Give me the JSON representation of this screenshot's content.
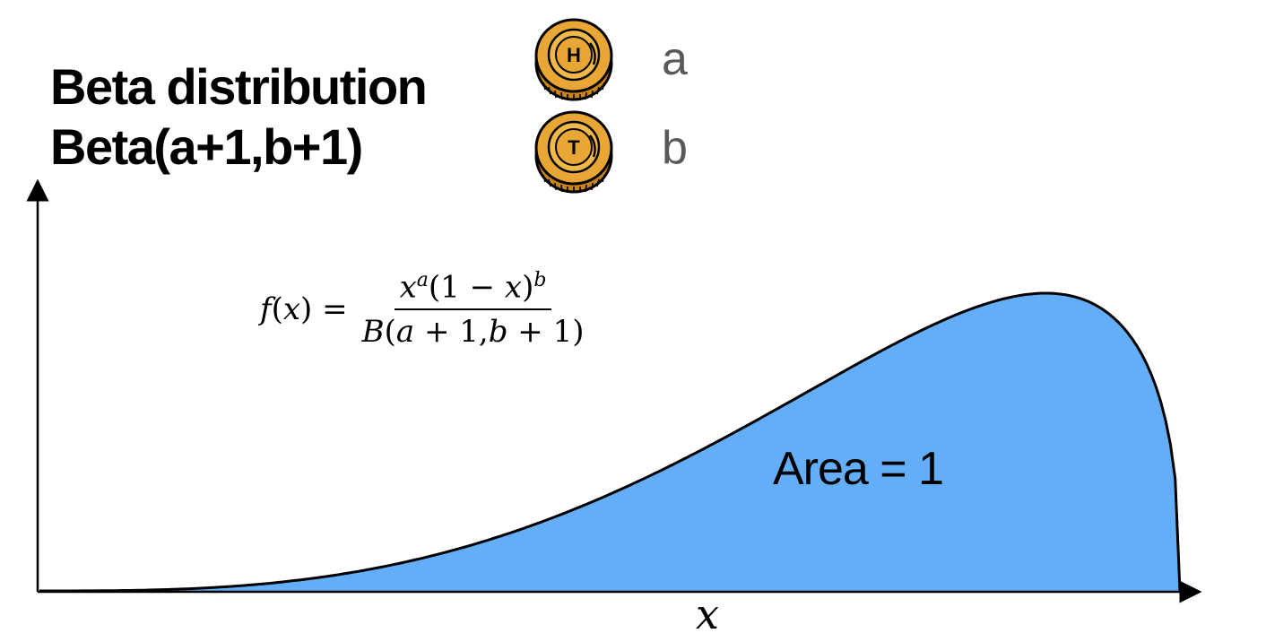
{
  "title": {
    "line1": "Beta distribution",
    "line2": "Beta(a+1,b+1)"
  },
  "coins": [
    {
      "icon": "heads-coin-icon",
      "letter": "H",
      "label": "a"
    },
    {
      "icon": "tails-coin-icon",
      "letter": "T",
      "label": "b"
    }
  ],
  "formula": {
    "lhs": "f(x) =",
    "numerator": "x^a(1 − x)^b",
    "denominator": "B(a + 1,b + 1)"
  },
  "area_label": "Area = 1",
  "x_axis_label": "x",
  "colors": {
    "fill": "#63aef7",
    "coin_gold": "#e8a635",
    "coin_dark": "#c98418",
    "text_gray": "#595959"
  },
  "chart_data": {
    "type": "area",
    "distribution": "Beta(a+1,b+1)",
    "xlabel": "x",
    "ylabel": "",
    "xlim": [
      0,
      1
    ],
    "shape_params": {
      "alpha": 4,
      "beta": 1.4
    },
    "annotation": "Area = 1",
    "grid": false
  }
}
